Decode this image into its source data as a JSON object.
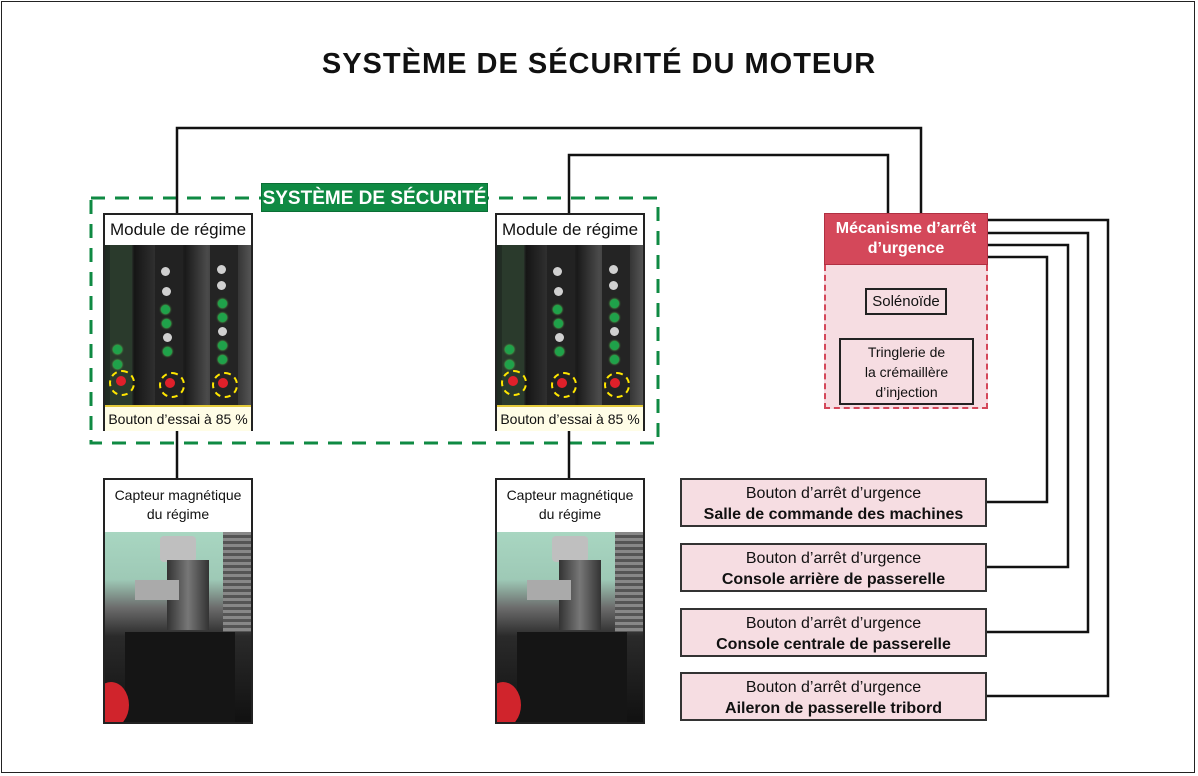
{
  "title": "SYSTÈME DE SÉCURITÉ DU MOTEUR",
  "safety_system": {
    "label": "SYSTÈME DE SÉCURITÉ",
    "color": "#0f8a43",
    "modules": [
      {
        "heading": "Module de régime",
        "footer": "Bouton d’essai à 85 %"
      },
      {
        "heading": "Module de régime",
        "footer": "Bouton d’essai à 85 %"
      }
    ]
  },
  "sensors": [
    {
      "line1": "Capteur magnétique",
      "line2": "du régime"
    },
    {
      "line1": "Capteur magnétique",
      "line2": "du régime"
    }
  ],
  "emergency_mechanism": {
    "line1": "Mécanisme d’arrêt",
    "line2": "d’urgence",
    "color": "#d4485a",
    "solenoid": "Solénoïde",
    "linkage": [
      "Tringlerie de",
      "la crémaillère",
      "d’injection"
    ]
  },
  "emergency_buttons": [
    {
      "label": "Bouton d’arrêt d’urgence",
      "location": "Salle de commande des machines"
    },
    {
      "label": "Bouton d’arrêt d’urgence",
      "location": "Console arrière de passerelle"
    },
    {
      "label": "Bouton d’arrêt d’urgence",
      "location": "Console centrale de passerelle"
    },
    {
      "label": "Bouton d’arrêt d’urgence",
      "location": "Aileron de passerelle tribord"
    }
  ]
}
